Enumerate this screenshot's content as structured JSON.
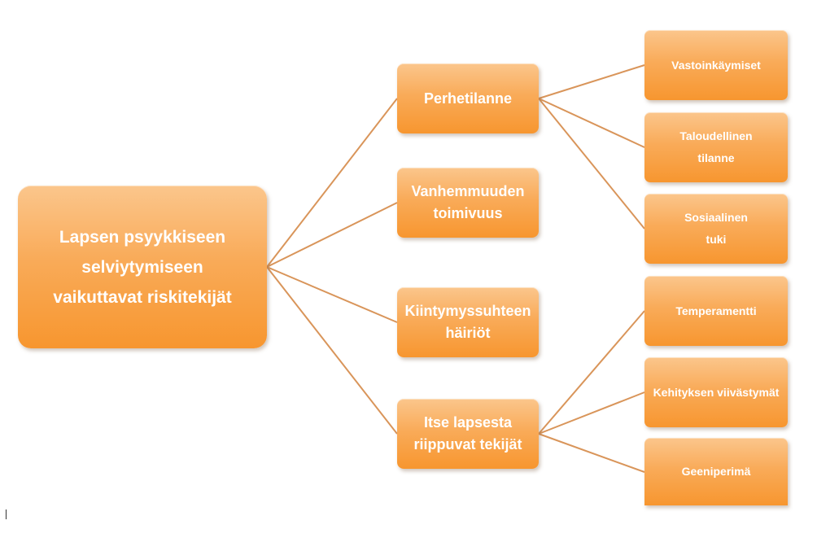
{
  "root": {
    "label": "Lapsen psyykkiseen\nselviytymiseen\nvaikuttavat riskitekijät"
  },
  "categories": [
    {
      "label": "Perhetilanne"
    },
    {
      "label": "Vanhemmuuden\ntoimivuus"
    },
    {
      "label": "Kiintymyssuhteen\nhäiriöt"
    },
    {
      "label": "Itse lapsesta\nriippuvat tekijät"
    }
  ],
  "family_factors": [
    {
      "label": "Vastoinkäymiset"
    },
    {
      "label": "Taloudellinen\ntilanne"
    },
    {
      "label": "Sosiaalinen\ntuki"
    }
  ],
  "child_factors": [
    {
      "label": "Temperamentti"
    },
    {
      "label": "Kehityksen viivästymät"
    },
    {
      "label": "Geeniperimä"
    }
  ],
  "colors": {
    "box_light": "#fbc68c",
    "box_dark": "#f7962f",
    "connector": "#d9955a",
    "text": "#ffffff"
  }
}
